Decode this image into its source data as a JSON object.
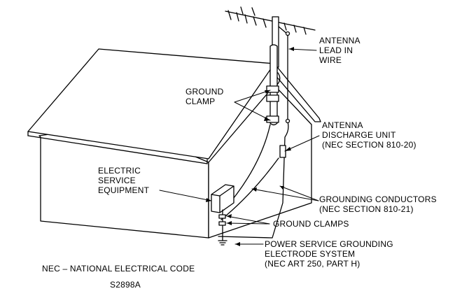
{
  "labels": {
    "antenna_lead_in": [
      "ANTENNA",
      "LEAD IN",
      "WIRE"
    ],
    "ground_clamp": [
      "GROUND",
      "CLAMP"
    ],
    "discharge_unit": [
      "ANTENNA",
      "DISCHARGE UNIT",
      "(NEC SECTION 810-20)"
    ],
    "electric_service": [
      "ELECTRIC",
      "SERVICE",
      "EQUIPMENT"
    ],
    "grounding_conductors": [
      "GROUNDING CONDUCTORS",
      "(NEC SECTION 810-21)"
    ],
    "ground_clamps": "GROUND CLAMPS",
    "power_service": [
      "POWER SERVICE GROUNDING",
      "ELECTRODE SYSTEM",
      "(NEC ART 250, PART H)"
    ],
    "nec_note": "NEC – NATIONAL ELECTRICAL CODE",
    "figure_code": "S2898A"
  },
  "colors": {
    "ink": "#000000",
    "paper": "#ffffff"
  }
}
